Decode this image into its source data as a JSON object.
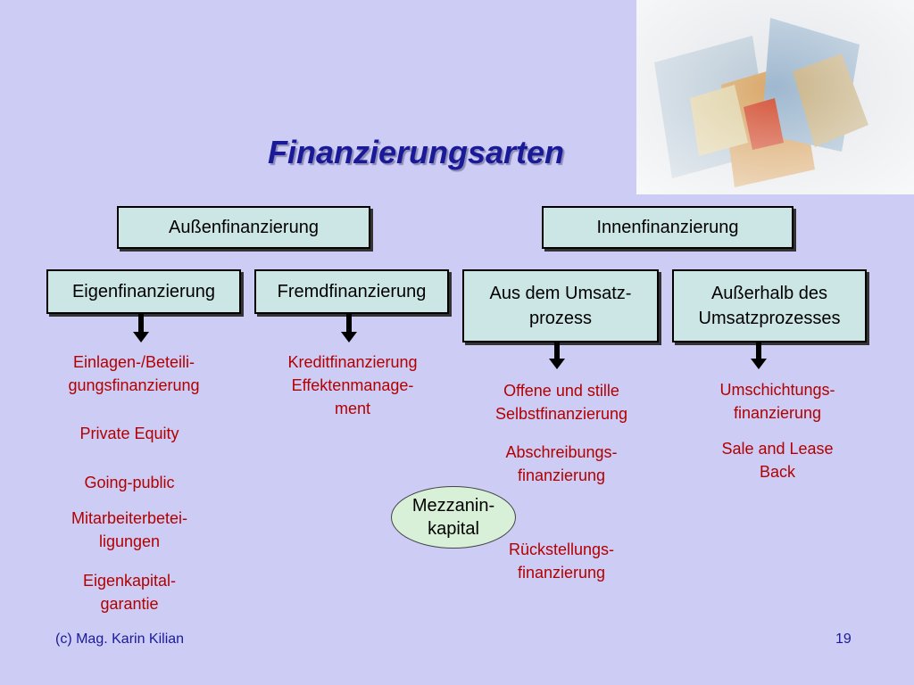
{
  "title": "Finanzierungsarten",
  "top_boxes": {
    "aussen": "Außenfinanzierung",
    "innen": "Innenfinanzierung"
  },
  "mid_boxes": {
    "eigen": "Eigenfinanzierung",
    "fremd": "Fremdfinanzierung",
    "umsatz_line1": "Aus dem Umsatz-",
    "umsatz_line2": "prozess",
    "ausserhalb_line1": "Außerhalb des",
    "ausserhalb_line2": "Umsatzprozesses"
  },
  "eigen_items": [
    "Einlagen-/Beteili-",
    "gungsfinanzierung",
    "Private Equity",
    "Going-public",
    "Mitarbeiterbetei-",
    "ligungen",
    "Eigenkapital-",
    "garantie"
  ],
  "fremd_items": [
    "Kreditfinanzierung",
    "Effektenmanage-",
    "ment"
  ],
  "umsatz_items": [
    "Offene und stille",
    "Selbstfinanzierung",
    "Abschreibungs-",
    "finanzierung",
    "Rückstellungs-",
    "finanzierung"
  ],
  "ausserhalb_items": [
    "Umschichtungs-",
    "finanzierung",
    "Sale and Lease",
    "Back"
  ],
  "mezzanin": {
    "line1": "Mezzanin-",
    "line2": "kapital"
  },
  "footer": {
    "author": "(c) Mag. Karin Kilian",
    "page": "19"
  }
}
